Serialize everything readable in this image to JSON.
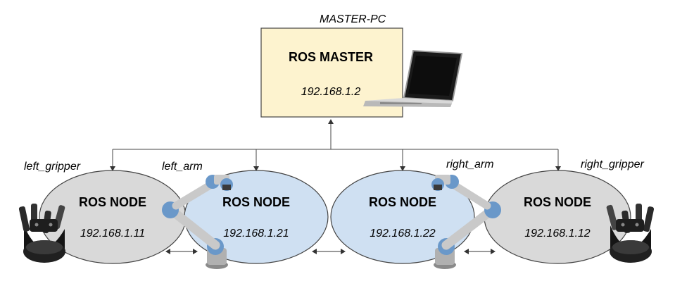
{
  "master": {
    "host_label": "MASTER-PC",
    "title": "ROS MASTER",
    "ip": "192.168.1.2",
    "fill": "#fdf3cf"
  },
  "nodes": [
    {
      "id": "left_gripper",
      "title": "ROS NODE",
      "ip": "192.168.1.11",
      "name_label": "left_gripper",
      "fill": "#d9d9d9"
    },
    {
      "id": "left_arm",
      "title": "ROS NODE",
      "ip": "192.168.1.21",
      "name_label": "left_arm",
      "fill": "#cfe0f2"
    },
    {
      "id": "right_arm",
      "title": "ROS NODE",
      "ip": "192.168.1.22",
      "name_label": "right_arm",
      "fill": "#cfe0f2"
    },
    {
      "id": "right_gripper",
      "title": "ROS NODE",
      "ip": "192.168.1.12",
      "name_label": "right_gripper",
      "fill": "#d9d9d9"
    }
  ],
  "icons": {
    "laptop": "laptop-icon",
    "robot_arm": "robot-arm-icon",
    "gripper": "robotic-gripper-icon"
  }
}
